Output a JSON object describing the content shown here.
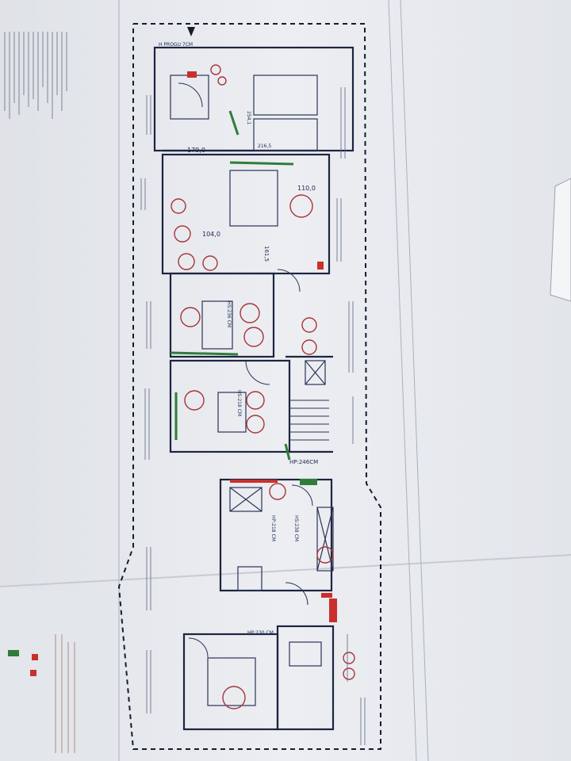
{
  "plan": {
    "labels": {
      "height_top": "H PROGU 7CM",
      "hp_246": "HP:246CM",
      "dim_179": "179,0",
      "dim_104": "104,0",
      "dim_110": "110,0",
      "dim_161": "161,5",
      "dim_2541": "254,1",
      "dim_2165": "216,5",
      "hs_236": "HS:236 CM",
      "hs_218": "HS:218 CM",
      "hs_238": "HS:238 CM",
      "hp_218": "HP:218 CM",
      "hp_230": "HP:230 CM"
    }
  },
  "colors": {
    "paper": "#e9ebef",
    "ink": "#1c2a52",
    "accent_red": "#c9302c",
    "accent_green": "#2f7d3a",
    "background": "#7f8183"
  }
}
